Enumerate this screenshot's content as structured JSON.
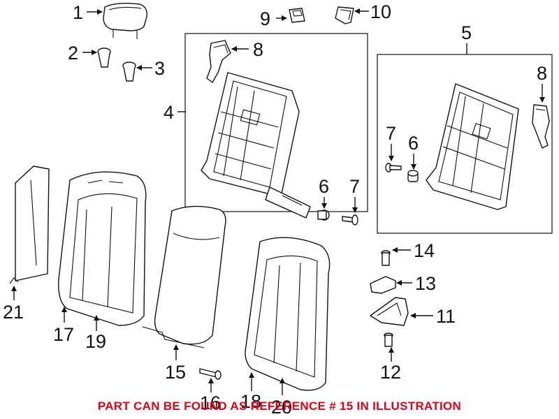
{
  "diagram": {
    "callouts": [
      {
        "id": "c1",
        "label": "1"
      },
      {
        "id": "c2",
        "label": "2"
      },
      {
        "id": "c3",
        "label": "3"
      },
      {
        "id": "c4",
        "label": "4"
      },
      {
        "id": "c5",
        "label": "5"
      },
      {
        "id": "c6a",
        "label": "6"
      },
      {
        "id": "c6b",
        "label": "6"
      },
      {
        "id": "c7a",
        "label": "7"
      },
      {
        "id": "c7b",
        "label": "7"
      },
      {
        "id": "c8a",
        "label": "8"
      },
      {
        "id": "c8b",
        "label": "8"
      },
      {
        "id": "c9",
        "label": "9"
      },
      {
        "id": "c10",
        "label": "10"
      },
      {
        "id": "c11",
        "label": "11"
      },
      {
        "id": "c12",
        "label": "12"
      },
      {
        "id": "c13",
        "label": "13"
      },
      {
        "id": "c14",
        "label": "14"
      },
      {
        "id": "c15",
        "label": "15"
      },
      {
        "id": "c16",
        "label": "16"
      },
      {
        "id": "c17",
        "label": "17"
      },
      {
        "id": "c18",
        "label": "18"
      },
      {
        "id": "c19",
        "label": "19"
      },
      {
        "id": "c20",
        "label": "20"
      },
      {
        "id": "c21",
        "label": "21"
      }
    ],
    "note": "PART CAN BE FOUND AS REFERENCE # 15 IN ILLUSTRATION",
    "note_color": "#e0001a",
    "line_color": "#111111"
  }
}
